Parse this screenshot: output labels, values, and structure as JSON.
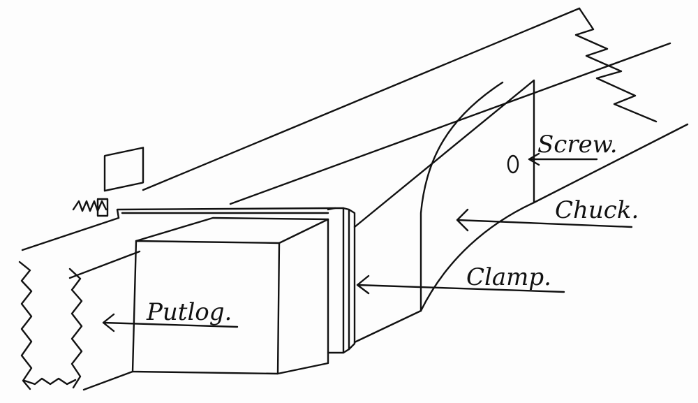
{
  "diagram": {
    "labels": {
      "screw": "Screw.",
      "chuck": "Chuck.",
      "clamp": "Clamp.",
      "putlog": "Putlog."
    },
    "ink_color": "#111111",
    "paper_color": "#fdfdfd"
  }
}
